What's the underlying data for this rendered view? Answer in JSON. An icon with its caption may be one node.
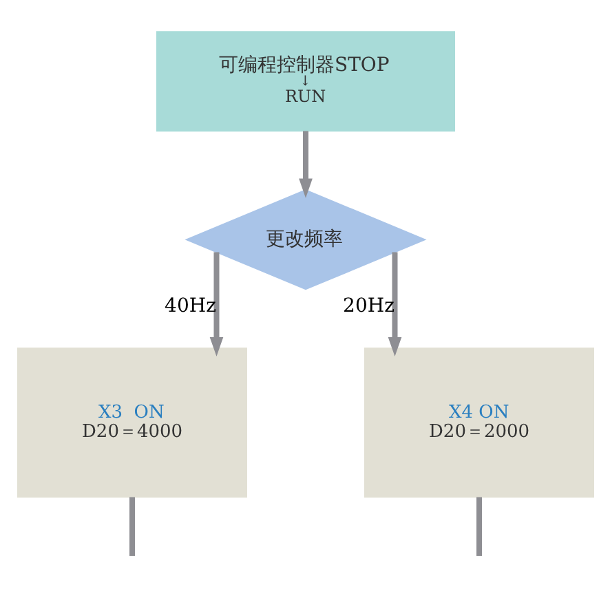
{
  "diagram": {
    "nodes": [
      {
        "text": [
          "可编程控制器STOP",
          "↓",
          "RUN"
        ]
      },
      {
        "text": [
          "更改频率"
        ]
      },
      {
        "text": [
          "X3  ON",
          "D20＝4000"
        ]
      },
      {
        "text": [
          "X4 ON",
          "D20＝2000"
        ]
      }
    ],
    "edges": [
      {
        "from": 0,
        "to": 1,
        "arrow": "to"
      },
      {
        "from": 1,
        "to": 2,
        "label": "40Hz",
        "arrow": "to"
      },
      {
        "from": 1,
        "to": 3,
        "label": "20Hz",
        "arrow": "to"
      },
      {
        "from": 2,
        "to": null,
        "arrow": "none"
      },
      {
        "from": 3,
        "to": null,
        "arrow": "none"
      }
    ]
  }
}
